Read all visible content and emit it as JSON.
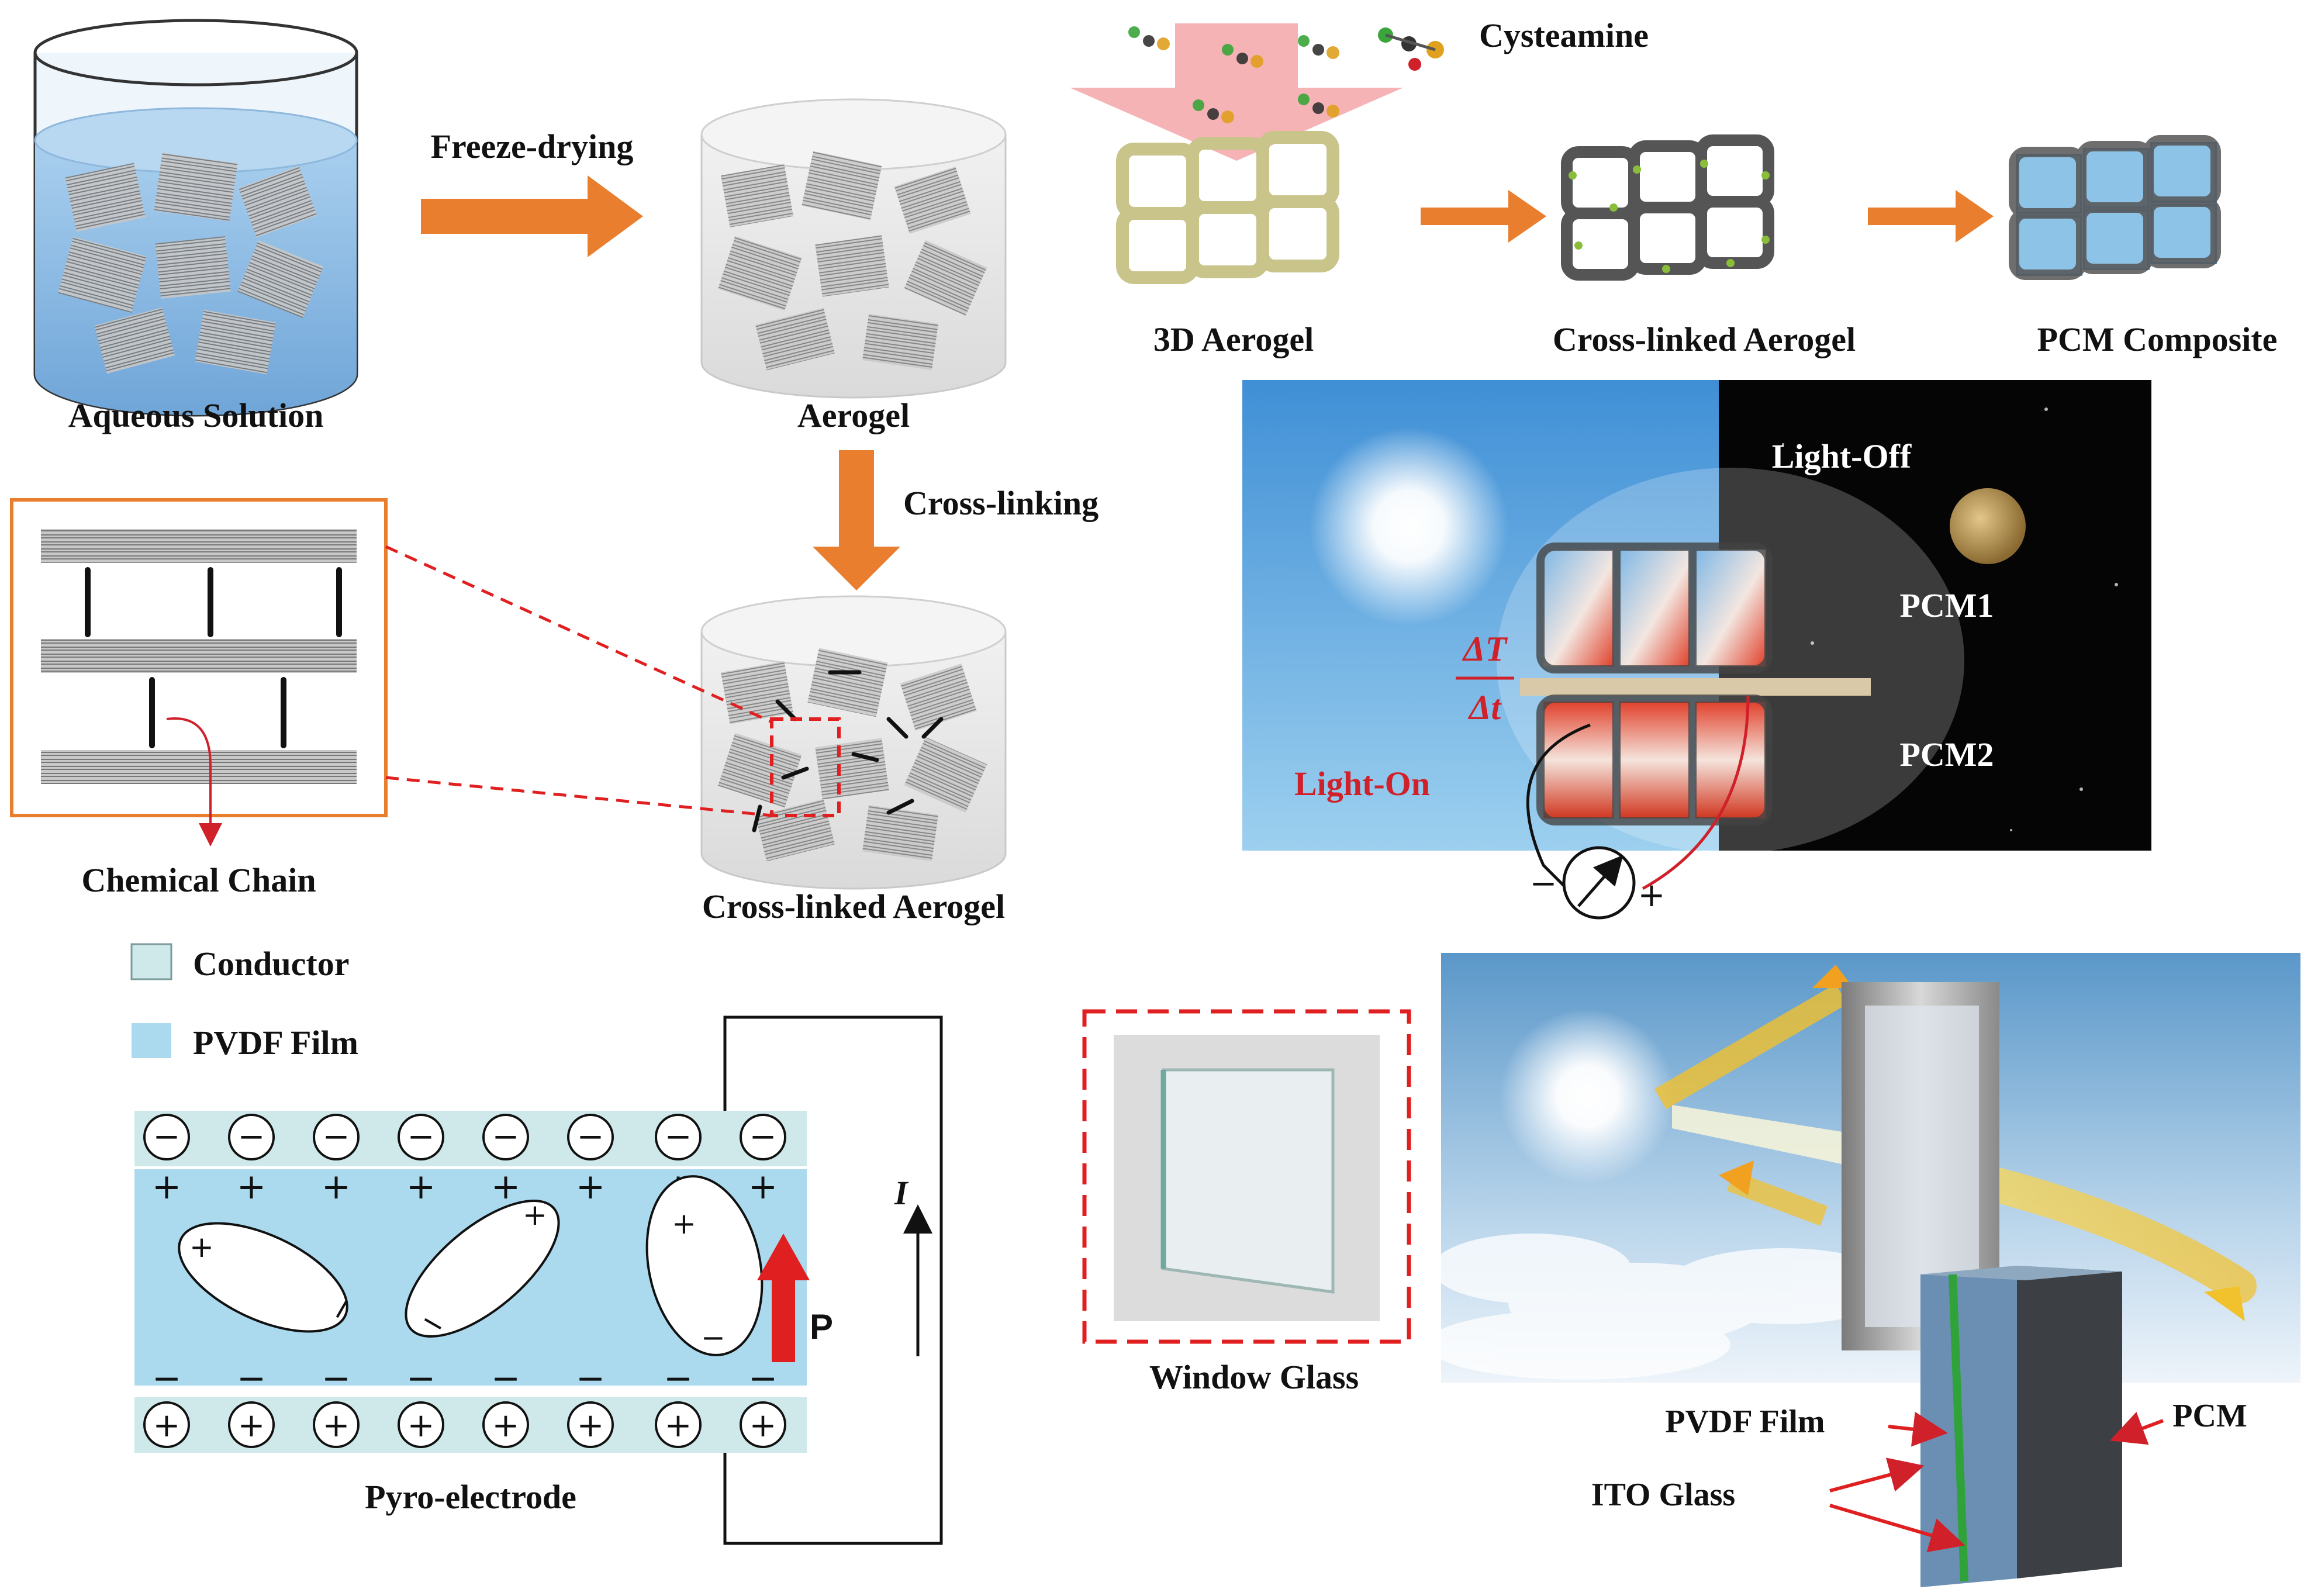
{
  "labels": {
    "aqueous_solution": "Aqueous Solution",
    "freeze_drying": "Freeze-drying",
    "aerogel": "Aerogel",
    "cross_linking": "Cross-linking",
    "cross_linked_aerogel_bottom": "Cross-linked Aerogel",
    "chemical_chain": "Chemical Chain",
    "cysteamine": "Cysteamine",
    "aerogel_3d": "3D Aerogel",
    "cross_linked_aerogel_top": "Cross-linked Aerogel",
    "pcm_composite": "PCM Composite",
    "light_off": "Light-Off",
    "light_on": "Light-On",
    "pcm1": "PCM1",
    "pcm2": "PCM2",
    "delta_t_num": "ΔT",
    "delta_t_den": "Δt",
    "meter_minus": "−",
    "meter_plus": "+",
    "legend_conductor": "Conductor",
    "legend_pvdf": "PVDF Film",
    "current_label": "I",
    "polarization_label": "P",
    "pyro_electrode": "Pyro-electrode",
    "window_glass": "Window Glass",
    "pvdf_film_arrow": "PVDF Film",
    "pcm_arrow": "PCM",
    "ito_glass": "ITO Glass"
  },
  "colors": {
    "orange_arrow": "#e87e2e",
    "red": "#d0202a",
    "conductor": "#cfe9ea",
    "pvdf": "#abdaee",
    "pcm_blue": "#8ec3e8",
    "aerogel_olive": "#c9c48a",
    "green_chain": "#8abe3a"
  },
  "charges": {
    "top_minus": [
      "−",
      "−",
      "−",
      "−",
      "−",
      "−",
      "−",
      "−"
    ],
    "top_plus": [
      "+",
      "+",
      "+",
      "+",
      "+",
      "+",
      "+",
      "+"
    ],
    "bottom_minus": [
      "−",
      "−",
      "−",
      "−",
      "−",
      "−",
      "−",
      "−"
    ],
    "bottom_plus": [
      "+",
      "+",
      "+",
      "+",
      "+",
      "+",
      "+",
      "+"
    ]
  },
  "dipoles": [
    {
      "plus": "+",
      "minus": "−"
    },
    {
      "plus": "+",
      "minus": "−"
    },
    {
      "plus": "+",
      "minus": "−"
    }
  ]
}
